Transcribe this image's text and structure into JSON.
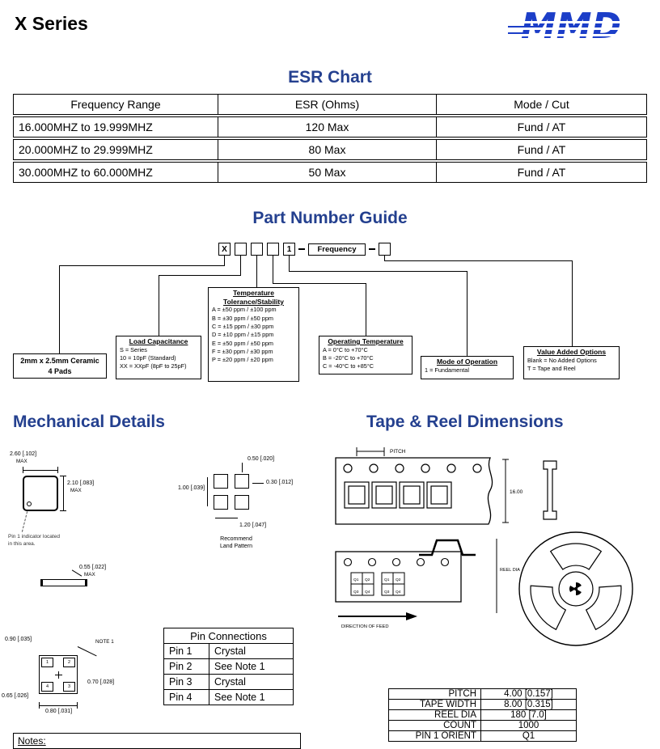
{
  "header": {
    "title": "X Series",
    "logo_text": "MMD"
  },
  "esr": {
    "title": "ESR Chart",
    "headers": [
      "Frequency Range",
      "ESR (Ohms)",
      "Mode / Cut"
    ],
    "rows": [
      [
        "16.000MHZ to 19.999MHZ",
        "120 Max",
        "Fund / AT"
      ],
      [
        "20.000MHZ to 29.999MHZ",
        "80 Max",
        "Fund / AT"
      ],
      [
        "30.000MHZ to 60.000MHZ",
        "50 Max",
        "Fund / AT"
      ]
    ]
  },
  "part_guide": {
    "title": "Part Number Guide",
    "code_boxes": {
      "b1": "X",
      "b2": "",
      "b3": "",
      "b4": "",
      "b5": "1",
      "b6": ""
    },
    "frequency_label": "Frequency",
    "ceramic": {
      "line1": "2mm x 2.5mm Ceramic",
      "line2": "4 Pads"
    },
    "load_cap": {
      "title": "Load Capacitance",
      "lines": [
        "S = Series",
        "10 = 10pF (Standard)",
        "XX = XXpF (8pF to 25pF)"
      ]
    },
    "temp_tol": {
      "title1": "Temperature",
      "title2": "Tolerance/Stability",
      "lines": [
        "A = ±50 ppm / ±100 ppm",
        "B = ±30 ppm / ±50 ppm",
        "C = ±15 ppm / ±30 ppm",
        "D = ±10 ppm / ±15 ppm",
        "E = ±50 ppm / ±50 ppm",
        "F = ±30 ppm / ±30 ppm",
        "P = ±20 ppm / ±20 ppm"
      ]
    },
    "op_temp": {
      "title": "Operating Temperature",
      "lines": [
        "A = 0°C to +70°C",
        "B = -20°C to +70°C",
        "C = -40°C to +85°C"
      ]
    },
    "mode": {
      "title": "Mode of Operation",
      "lines": [
        "1 = Fundamental"
      ]
    },
    "value_added": {
      "title": "Value Added Options",
      "lines": [
        "Blank = No Added Options",
        "T = Tape and Reel"
      ]
    }
  },
  "mechanical": {
    "title": "Mechanical Details",
    "dim_260": "2.60 [.102]",
    "dim_210": "2.10 [.083]",
    "max_label": "MAX",
    "pin1_note1": "Pin 1 indicator located",
    "pin1_note2": "in this area.",
    "dim_050": "0.50 [.020]",
    "dim_030": "0.30 [.012]",
    "dim_100": "1.00 [.039]",
    "dim_120": "1.20 [.047]",
    "land_caption1": "Recommend",
    "land_caption2": "Land Pattern",
    "dim_055": "0.55 [.022]",
    "dim_090": "0.90 [.035]",
    "note1_label": "NOTE 1",
    "dim_070": "0.70 [.028]",
    "dim_065": "0.65 [.026]",
    "dim_080": "0.80 [.031]",
    "pad_numbers": [
      "1",
      "2",
      "3",
      "4"
    ],
    "pin_table": {
      "title": "Pin Connections",
      "rows": [
        [
          "Pin 1",
          "Crystal"
        ],
        [
          "Pin 2",
          "See Note 1"
        ],
        [
          "Pin 3",
          "Crystal"
        ],
        [
          "Pin 4",
          "See Note 1"
        ]
      ]
    },
    "notes_label": "Notes:"
  },
  "tape_reel": {
    "title": "Tape & Reel Dimensions",
    "pitch_label": "PITCH",
    "height_dim": "16.00",
    "reel_dia_label": "REEL DIA",
    "feed_label": "DIRECTION OF FEED",
    "quadrants": [
      "Q1",
      "Q2",
      "Q3",
      "Q4"
    ],
    "table": [
      [
        "PITCH",
        "4.00 [0.157]"
      ],
      [
        "TAPE WIDTH",
        "8.00 [0.315]"
      ],
      [
        "REEL DIA",
        "180 [7.0]"
      ],
      [
        "COUNT",
        "1000"
      ],
      [
        "PIN 1 ORIENT",
        "Q1"
      ]
    ]
  }
}
